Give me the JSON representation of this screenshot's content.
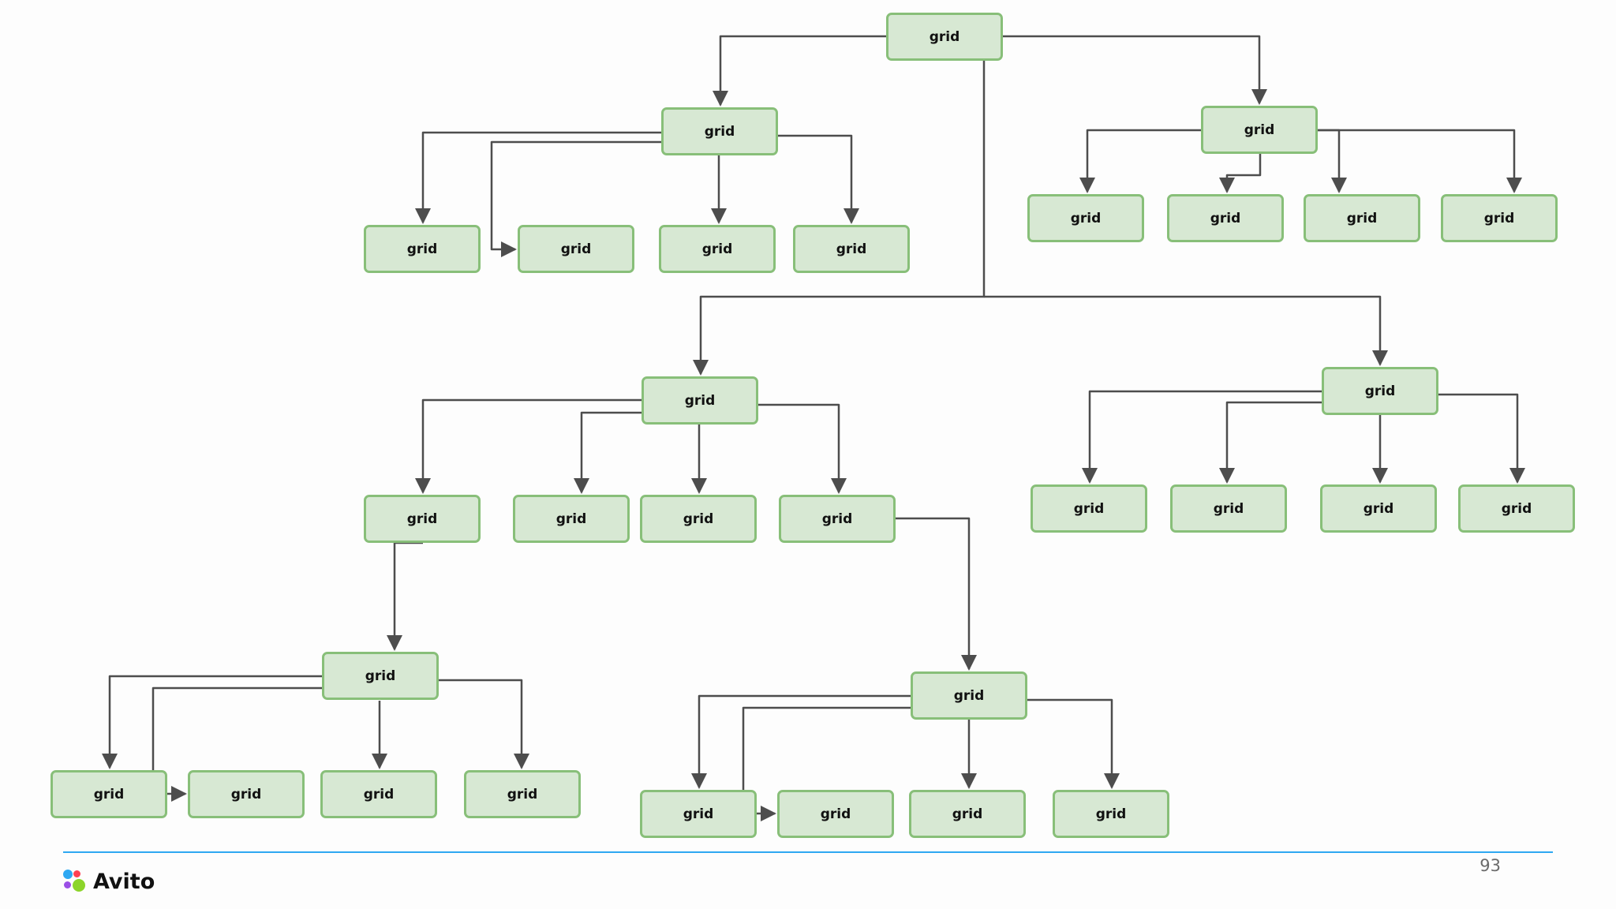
{
  "diagram": {
    "nodes": [
      {
        "id": "root",
        "label": "grid"
      },
      {
        "id": "a",
        "label": "grid"
      },
      {
        "id": "a1",
        "label": "grid"
      },
      {
        "id": "a2",
        "label": "grid"
      },
      {
        "id": "a3",
        "label": "grid"
      },
      {
        "id": "a4",
        "label": "grid"
      },
      {
        "id": "b",
        "label": "grid"
      },
      {
        "id": "b1",
        "label": "grid"
      },
      {
        "id": "b2",
        "label": "grid"
      },
      {
        "id": "b3",
        "label": "grid"
      },
      {
        "id": "b4",
        "label": "grid"
      },
      {
        "id": "c",
        "label": "grid"
      },
      {
        "id": "c1",
        "label": "grid"
      },
      {
        "id": "c2",
        "label": "grid"
      },
      {
        "id": "c3",
        "label": "grid"
      },
      {
        "id": "c4",
        "label": "grid"
      },
      {
        "id": "d",
        "label": "grid"
      },
      {
        "id": "d1",
        "label": "grid"
      },
      {
        "id": "d2",
        "label": "grid"
      },
      {
        "id": "d3",
        "label": "grid"
      },
      {
        "id": "d4",
        "label": "grid"
      },
      {
        "id": "e",
        "label": "grid"
      },
      {
        "id": "e1",
        "label": "grid"
      },
      {
        "id": "e2",
        "label": "grid"
      },
      {
        "id": "e3",
        "label": "grid"
      },
      {
        "id": "e4",
        "label": "grid"
      },
      {
        "id": "f",
        "label": "grid"
      },
      {
        "id": "f1",
        "label": "grid"
      },
      {
        "id": "f2",
        "label": "grid"
      },
      {
        "id": "f3",
        "label": "grid"
      },
      {
        "id": "f4",
        "label": "grid"
      }
    ],
    "edges": [
      [
        "root",
        "a"
      ],
      [
        "root",
        "b"
      ],
      [
        "root",
        "c"
      ],
      [
        "root",
        "d"
      ],
      [
        "a",
        "a1"
      ],
      [
        "a",
        "a2"
      ],
      [
        "a",
        "a3"
      ],
      [
        "a",
        "a4"
      ],
      [
        "b",
        "b1"
      ],
      [
        "b",
        "b2"
      ],
      [
        "b",
        "b3"
      ],
      [
        "b",
        "b4"
      ],
      [
        "c",
        "c1"
      ],
      [
        "c",
        "c2"
      ],
      [
        "c",
        "c3"
      ],
      [
        "c",
        "c4"
      ],
      [
        "d",
        "d1"
      ],
      [
        "d",
        "d2"
      ],
      [
        "d",
        "d3"
      ],
      [
        "d",
        "d4"
      ],
      [
        "c1",
        "e"
      ],
      [
        "c4",
        "f"
      ],
      [
        "e",
        "e1"
      ],
      [
        "e",
        "e2"
      ],
      [
        "e",
        "e3"
      ],
      [
        "e",
        "e4"
      ],
      [
        "f",
        "f1"
      ],
      [
        "f",
        "f2"
      ],
      [
        "f",
        "f3"
      ],
      [
        "f",
        "f4"
      ]
    ]
  },
  "footer": {
    "brand": "Avito",
    "page_number": "93",
    "colors": {
      "line": "#2ea8f2",
      "dots": [
        "#2ea8f2",
        "#ff4053",
        "#9b4fe6",
        "#8cd42a"
      ]
    }
  },
  "colors": {
    "node_fill": "#d7e8d3",
    "node_border": "#88bf79",
    "connector": "#4d4d4d"
  }
}
